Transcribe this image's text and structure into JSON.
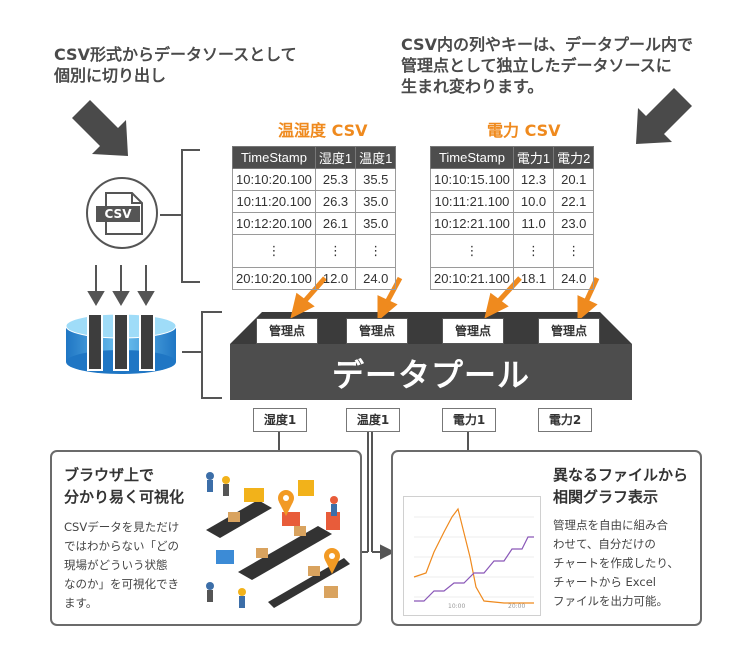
{
  "notes": {
    "left": [
      "CSV形式からデータソースとして",
      "個別に切り出し"
    ],
    "right": [
      "CSV内の列やキーは、データプール内で",
      "管理点として独立したデータソースに",
      "生まれ変わります。"
    ]
  },
  "csv_icon_label": "CSV",
  "tables": [
    {
      "title": "温湿度 CSV",
      "headers": [
        "TimeStamp",
        "湿度1",
        "温度1"
      ],
      "rows": [
        [
          "10:10:20.100",
          "25.3",
          "35.5"
        ],
        [
          "10:11:20.100",
          "26.3",
          "35.0"
        ],
        [
          "10:12:20.100",
          "26.1",
          "35.0"
        ],
        [
          "⋮",
          "⋮",
          "⋮"
        ],
        [
          "20:10:20.100",
          "12.0",
          "24.0"
        ]
      ]
    },
    {
      "title": "電力 CSV",
      "headers": [
        "TimeStamp",
        "電力1",
        "電力2"
      ],
      "rows": [
        [
          "10:10:15.100",
          "12.3",
          "20.1"
        ],
        [
          "10:11:21.100",
          "10.0",
          "22.1"
        ],
        [
          "10:12:21.100",
          "11.0",
          "23.0"
        ],
        [
          "⋮",
          "⋮",
          "⋮"
        ],
        [
          "20:10:21.100",
          "18.1",
          "24.0"
        ]
      ]
    }
  ],
  "kanri_label": "管理点",
  "pool_label": "データプール",
  "outputs": [
    "湿度1",
    "温度1",
    "電力1",
    "電力2"
  ],
  "panel_left": {
    "title": [
      "ブラウザ上で",
      "分かり易く可視化"
    ],
    "body": [
      "CSVデータを見ただけ",
      "ではわからない「どの",
      "現場がどういう状態",
      "なのか」を可視化でき",
      "ます。"
    ]
  },
  "panel_right": {
    "title": [
      "異なるファイルから",
      "相関グラフ表示"
    ],
    "body": [
      "管理点を自由に組み合",
      "わせて、自分だけの",
      "チャートを作成したり、",
      "チャートから Excel",
      "ファイルを出力可能。"
    ]
  },
  "mini_chart": {
    "ticks": [
      "10:00",
      "20:00"
    ]
  },
  "colors": {
    "orange": "#ef8a1e",
    "dark": "#444444",
    "blue": "#4aa3df",
    "grid": "#6b6b6b"
  }
}
